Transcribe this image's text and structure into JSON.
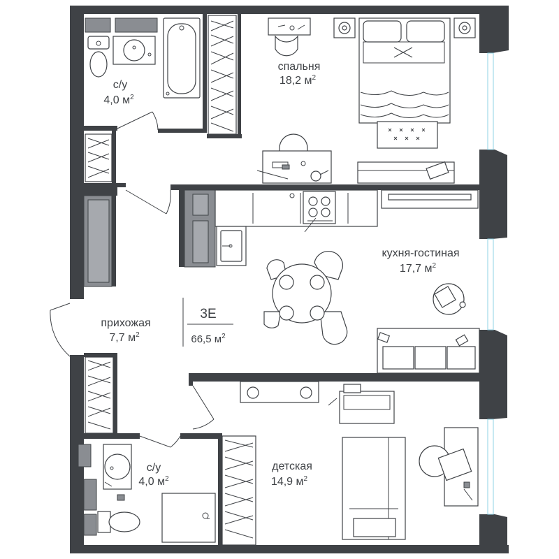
{
  "rooms": {
    "bathroom_top": {
      "name": "с/у",
      "area": "4,0 м",
      "unit_sup": "2"
    },
    "bedroom": {
      "name": "спальня",
      "area": "18,2 м",
      "unit_sup": "2"
    },
    "kitchen_living": {
      "name": "кухня-гостиная",
      "area": "17,7 м",
      "unit_sup": "2"
    },
    "hallway": {
      "name": "прихожая",
      "area": "7,7 м",
      "unit_sup": "2"
    },
    "bathroom_bottom": {
      "name": "с/у",
      "area": "4,0 м",
      "unit_sup": "2"
    },
    "kids_room": {
      "name": "детская",
      "area": "14,9 м",
      "unit_sup": "2"
    }
  },
  "unit": {
    "code": "3E",
    "total_area": "66,5 м",
    "unit_sup": "2"
  },
  "colors": {
    "wall": "#3f4246",
    "glass": "#8fd3e6",
    "cabinet": "#8a8d92"
  }
}
